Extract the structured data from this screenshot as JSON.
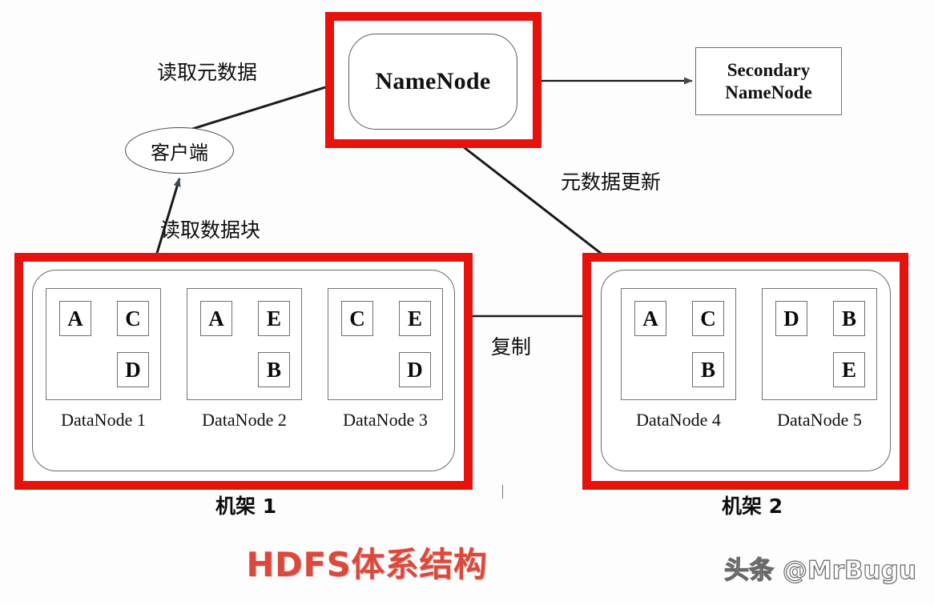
{
  "title": "HDFS体系结构",
  "watermark": "头条 @MrBugu",
  "colors": {
    "rack_border": "#e8120c",
    "title_text": "#d94a3d",
    "node_border": "#5a5a5a",
    "arrow": "#111111"
  },
  "nodes": {
    "namenode": {
      "label": "NameNode"
    },
    "secondary_namenode": {
      "line1": "Secondary",
      "line2": "NameNode"
    },
    "client": {
      "label": "客户端"
    }
  },
  "edges": {
    "read_metadata": "读取元数据",
    "read_block": "读取数据块",
    "metadata_update": "元数据更新",
    "replicate": "复制"
  },
  "racks": [
    {
      "label": "机架 1",
      "datanodes": [
        {
          "label": "DataNode 1",
          "blocks": {
            "top_left": "A",
            "top_right": "C",
            "bottom_right": "D"
          }
        },
        {
          "label": "DataNode 2",
          "blocks": {
            "top_left": "A",
            "top_right": "E",
            "bottom_right": "B"
          }
        },
        {
          "label": "DataNode 3",
          "blocks": {
            "top_left": "C",
            "top_right": "E",
            "bottom_right": "D"
          }
        }
      ]
    },
    {
      "label": "机架 2",
      "datanodes": [
        {
          "label": "DataNode 4",
          "blocks": {
            "top_left": "A",
            "top_right": "C",
            "bottom_right": "B"
          }
        },
        {
          "label": "DataNode 5",
          "blocks": {
            "top_left": "D",
            "top_right": "B",
            "bottom_right": "E"
          }
        }
      ]
    }
  ]
}
